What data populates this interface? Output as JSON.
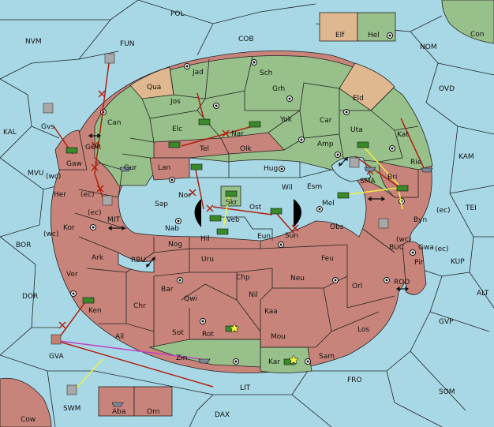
{
  "map": {
    "labels": {
      "POL": "POL",
      "COB": "COB",
      "NVM": "NVM",
      "FUN": "FUN",
      "NOM": "NOM",
      "Con": "Con",
      "Elf": "Elf",
      "Hel": "Hel",
      "OVD": "OVD",
      "KAL": "KAL",
      "KAM": "KAM",
      "MVU": "MVU",
      "TEI": "TEI",
      "BOR": "BOR",
      "MIT": "MIT",
      "RBU": "RBU",
      "BUC": "BUC",
      "KUP": "KUP",
      "DOR": "DOR",
      "ROD": "ROD",
      "ALT": "ALT",
      "GVP": "GVP",
      "GVA": "GVA",
      "FRO": "FRO",
      "SOM": "SOM",
      "LIT": "LIT",
      "SWM": "SWM",
      "DAX": "DAX",
      "Cow": "Cow",
      "Jad": "Jad",
      "Sch": "Sch",
      "Qua": "Qua",
      "Grh": "Grh",
      "Jos": "Jos",
      "Eld": "Eld",
      "Can": "Can",
      "Yok": "Yok",
      "Car": "Car",
      "Uta": "Uta",
      "Elc": "Elc",
      "Nar": "Nar",
      "Kat": "Kat",
      "Tel": "Tel",
      "Olk": "Olk",
      "Amp": "Amp",
      "Gvs": "Gvs",
      "GOR": "GOR",
      "Gaw": "Gaw",
      "Gur": "Gur",
      "Rie": "Rie",
      "Lan": "Lan",
      "Hug": "Hug",
      "SMA": "SMA",
      "Bri": "Bri",
      "wc1": "(wc)",
      "Her": "Her",
      "ec1": "(ec)",
      "Nor": "Nor",
      "Skr": "Skr",
      "Wil": "Wil",
      "Esm": "Esm",
      "Sap": "Sap",
      "Ost": "Ost",
      "Veb": "Veb",
      "Mel": "Mel",
      "ec2": "(ec)",
      "Byn": "Byn",
      "ec3": "(ec)",
      "Kor": "Kor",
      "Nab": "Nab",
      "Hil": "Hil",
      "Eun": "Eun",
      "Sun": "Sun",
      "Obs": "Obs",
      "wc2": "(wc)",
      "wc3": "(wc)",
      "Gwa": "Gwa",
      "ec4": "(ec)",
      "Nog": "Nog",
      "Ark": "Ark",
      "Uru": "Uru",
      "Feu": "Feu",
      "Pir": "Pir",
      "Ver": "Ver",
      "Chp": "Chp",
      "Neu": "Neu",
      "Bar": "Bar",
      "Qwi": "Qwi",
      "Nil": "Nil",
      "Orl": "Orl",
      "Chr": "Chr",
      "Ken": "Ken",
      "Kaa": "Kaa",
      "Sot": "Sot",
      "Rot": "Rot",
      "Los": "Los",
      "Ail": "Ail",
      "Mou": "Mou",
      "Zin": "Zin",
      "Kar": "Kar",
      "Sam": "Sam",
      "Aba": "Aba",
      "Orn": "Orn"
    },
    "colors": {
      "sea": "#a8d8e6",
      "green": "#98c08a",
      "red": "#c8847a",
      "tan": "#e0b890",
      "army_green": "#3a8a2a",
      "fleet_gray": "#7a8a9a",
      "order_move": "#b02010",
      "order_support": "#f0f040",
      "order_convoy": "#c040c0"
    }
  }
}
